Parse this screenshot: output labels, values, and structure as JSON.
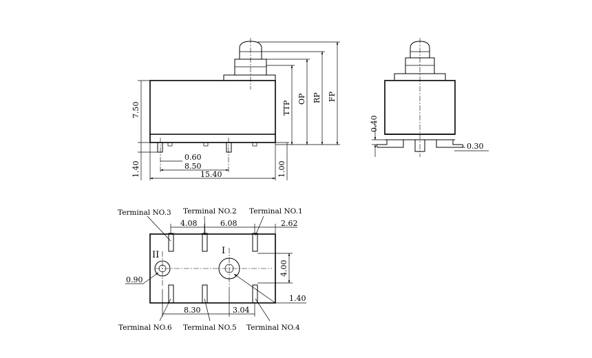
{
  "front_view": {
    "dims": {
      "height_body": "7.50",
      "height_pins": "1.40",
      "pin_pitch_a": "0.60",
      "pin_pitch_b": "8.50",
      "overall_length": "15.40",
      "bottom_offset": "1.00",
      "ttp": "TTP",
      "op": "OP",
      "rp": "RP",
      "fp": "FP"
    }
  },
  "side_view": {
    "dims": {
      "standoff": "0.40",
      "tab": "0.30"
    }
  },
  "bottom_view": {
    "terminals_top": [
      "Terminal NO.3",
      "Terminal NO.2",
      "Terminal NO.1"
    ],
    "terminals_bottom": [
      "Terminal NO.6",
      "Terminal NO.5",
      "Terminal NO.4"
    ],
    "dims": {
      "pitch_left_top": "4.08",
      "pitch_mid_top": "6.08",
      "right_edge": "2.62",
      "row_spacing": "4.00",
      "hole_small": "0.90",
      "hole_large": "1.40",
      "pitch_left_bottom": "8.30",
      "pitch_right_bottom": "3.04"
    },
    "marks": {
      "circuit_ii": "II",
      "circuit_i": "I"
    }
  }
}
